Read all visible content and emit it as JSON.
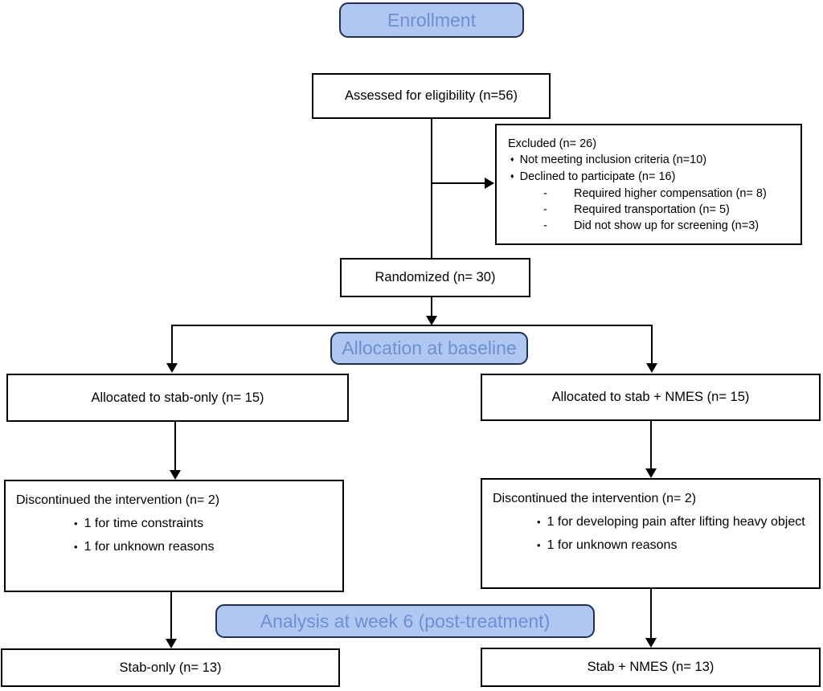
{
  "stages": {
    "enrollment": "Enrollment",
    "allocation": "Allocation at baseline",
    "analysis": "Analysis at week 6 (post-treatment)"
  },
  "boxes": {
    "assessed": {
      "text": "Assessed for eligibility (n=56)"
    },
    "excluded": {
      "title": "Excluded (n= 26)",
      "bullets": [
        "Not meeting inclusion criteria (n=10)",
        "Declined to participate (n= 16)"
      ],
      "sub_bullets": [
        "Required higher compensation (n= 8)",
        "Required transportation (n= 5)",
        "Did not show up for screening (n=3)"
      ]
    },
    "randomized": {
      "text": "Randomized (n= 30)"
    },
    "allocated_left": {
      "text": "Allocated to stab-only (n= 15)"
    },
    "allocated_right": {
      "text": "Allocated to stab + NMES (n= 15)"
    },
    "discontinued_left": {
      "title": "Discontinued the intervention (n= 2)",
      "bullets": [
        "1 for time constraints",
        "1 for unknown reasons"
      ]
    },
    "discontinued_right": {
      "title": "Discontinued the intervention (n= 2)",
      "bullets": [
        "1 for developing pain after lifting heavy object",
        "1 for unknown reasons"
      ]
    },
    "final_left": {
      "text": "Stab-only (n= 13)"
    },
    "final_right": {
      "text": "Stab + NMES (n= 13)"
    }
  },
  "glyphs": {
    "diamond": "♦",
    "dot": "•",
    "dash": "-"
  },
  "colors": {
    "stage_fill": "#b0c7f1",
    "stage_border": "#22304f",
    "stage_text": "#6d90d2",
    "box_fill": "#ffffff",
    "box_border": "#000000",
    "arrow": "#000000"
  }
}
